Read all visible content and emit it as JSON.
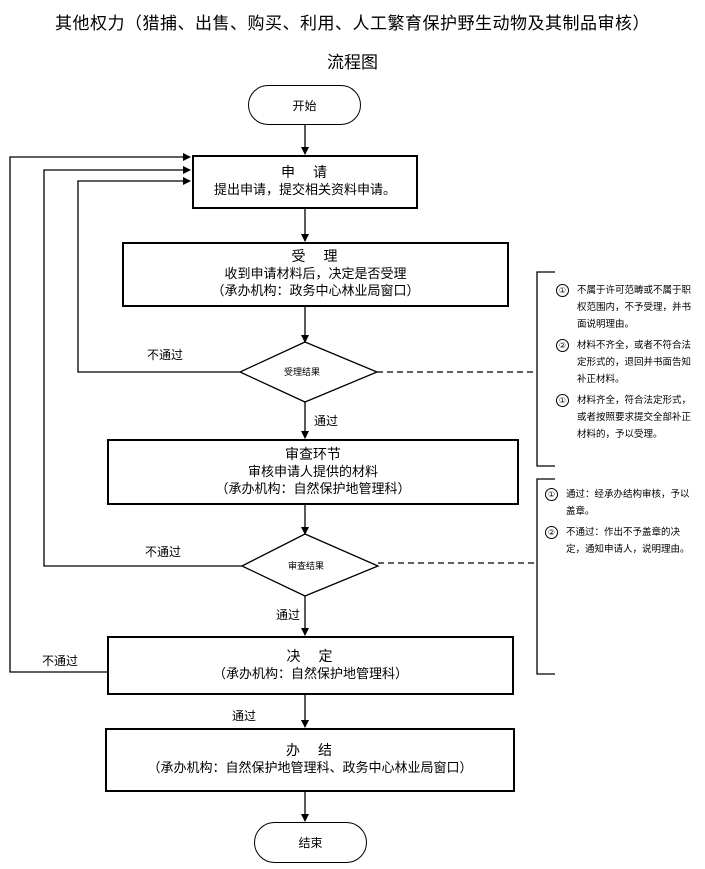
{
  "title": {
    "line1": "其他权力（猎捕、出售、购买、利用、人工繁育保护野生动物及其制品审核）",
    "line2": "流程图"
  },
  "nodes": {
    "start": "开始",
    "apply": {
      "head": "申　请",
      "desc": "提出申请，提交相关资料申请。"
    },
    "accept": {
      "head": "受　理",
      "desc": "收到申请材料后，决定是否受理",
      "org": "（承办机构：政务中心林业局窗口）"
    },
    "accept_decision": "受理结果",
    "review": {
      "head": "审查环节",
      "desc": "审核申请人提供的材料",
      "org": "（承办机构：自然保护地管理科）"
    },
    "review_decision": "审查结果",
    "decide": {
      "head": "决　定",
      "org": "（承办机构：自然保护地管理科）"
    },
    "finish": {
      "head": "办　结",
      "org": "（承办机构：自然保护地管理科、政务中心林业局窗口）"
    },
    "end": "结束"
  },
  "edge_labels": {
    "fail_accept": "不通过",
    "pass_accept": "通过",
    "fail_review": "不通过",
    "pass_review": "通过",
    "fail_decide": "不通过",
    "pass_decide": "通过"
  },
  "notes": {
    "accept": [
      {
        "num": "①",
        "text": "不属于许可范畴或不属于职权范围内，不予受理，并书面说明理由。"
      },
      {
        "num": "②",
        "text": "材料不齐全，或者不符合法定形式的，退回并书面告知补正材料。"
      },
      {
        "num": "①",
        "text": "材料齐全，符合法定形式，或者按照要求提交全部补正材料的，予以受理。"
      }
    ],
    "review": [
      {
        "num": "①",
        "text": "通过：经承办结构审核，予以盖章。"
      },
      {
        "num": "②",
        "text": "不通过：作出不予盖章的决定，通知申请人，说明理由。"
      }
    ]
  }
}
